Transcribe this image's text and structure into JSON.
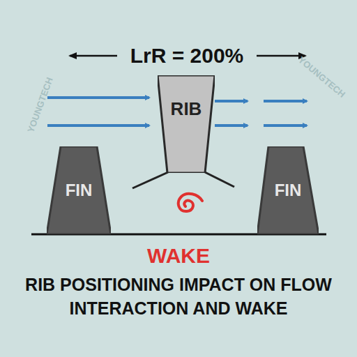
{
  "diagram": {
    "title": "RIB POSITIONING IMPACT ON FLOW INTERACTION AND WAKE",
    "nodes": [
      {
        "text": [
          "RIB"
        ]
      },
      {
        "text": [
          "FIN"
        ]
      },
      {
        "text": [
          "FIN"
        ]
      }
    ],
    "labels": [
      "LrR = 200%",
      "WAKE",
      "YOUNGTECH",
      "YOUNGTECH"
    ]
  }
}
